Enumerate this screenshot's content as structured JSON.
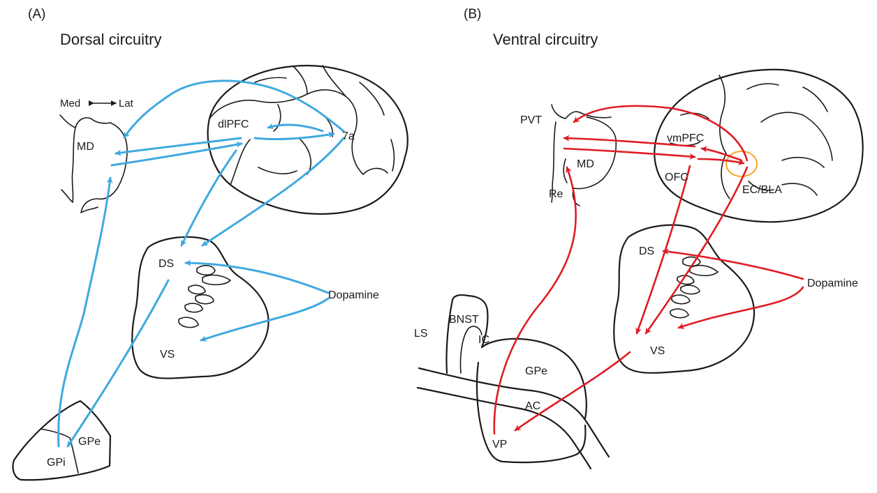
{
  "panelA": {
    "tag": "(A)",
    "title": "Dorsal circuitry",
    "axis": {
      "med": "Med",
      "lat": "Lat"
    },
    "regions": {
      "md": "MD",
      "dlpfc": "dlPFC",
      "area7a": "7a",
      "ds": "DS",
      "vs": "VS",
      "dopamine": "Dopamine",
      "gpe": "GPe",
      "gpi": "GPi"
    },
    "colors": {
      "pathway": "#3fa9df"
    }
  },
  "panelB": {
    "tag": "(B)",
    "title": "Ventral circuitry",
    "regions": {
      "pvt": "PVT",
      "md": "MD",
      "re": "Re",
      "vmpfc": "vmPFC",
      "ofc": "OFC",
      "ecbla": "EC/BLA",
      "ds": "DS",
      "vs": "VS",
      "dopamine": "Dopamine",
      "ls": "LS",
      "bnst": "BNST",
      "ic": "IC",
      "gpe": "GPe",
      "ac": "AC",
      "vp": "VP"
    },
    "colors": {
      "pathway": "#e01b23",
      "highlight": "#f5a623"
    }
  }
}
